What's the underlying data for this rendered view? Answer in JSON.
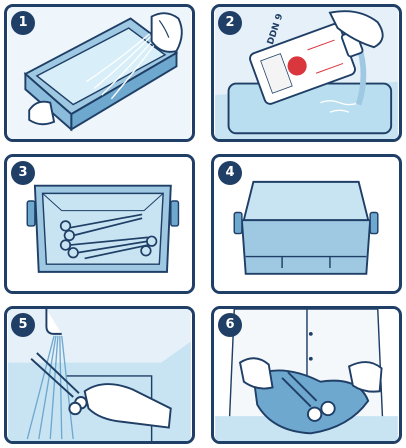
{
  "steps": [
    {
      "number": "1"
    },
    {
      "number": "2",
      "bottle_label": "DDN 9"
    },
    {
      "number": "3"
    },
    {
      "number": "4"
    },
    {
      "number": "5"
    },
    {
      "number": "6"
    }
  ],
  "colors": {
    "outline": "#1f3f66",
    "water": "#b9def0",
    "water_light": "#d8eef8",
    "tray": "#9fc9e3",
    "tray_dark": "#6fa8cf",
    "tray_inner": "#c8e4f3",
    "bg_wall": "#e6f0f8",
    "brand_red": "#d9363e"
  }
}
